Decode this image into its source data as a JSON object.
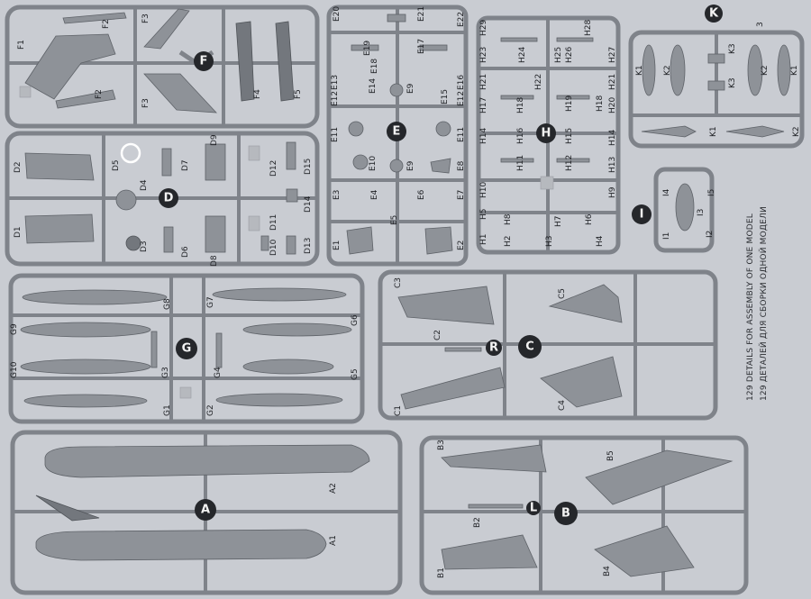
{
  "captions": {
    "details_en": "129 DETAILS FOR ASSEMBLY OF ONE MODEL",
    "details_ru": "129 ДЕТАЛЕЙ ДЛЯ СБОРКИ ОДНОЙ МОДЕЛИ"
  },
  "sprues": {
    "F": {
      "letter": "F",
      "parts": {
        "F1": "F1",
        "F2a": "F2",
        "F2b": "F2",
        "F3a": "F3",
        "F3b": "F3",
        "F4": "F4",
        "F5": "F5"
      }
    },
    "E": {
      "letter": "E",
      "parts": {
        "E1": "E1",
        "E2": "E2",
        "E3": "E3",
        "E4": "E4",
        "E5": "E5",
        "E6": "E6",
        "E7": "E7",
        "E8": "E8",
        "E9a": "E9",
        "E9b": "E9",
        "E10": "E10",
        "E11a": "E11",
        "E11b": "E11",
        "E12a": "E12",
        "E12b": "E12",
        "E13": "E13",
        "E14": "E14",
        "E15": "E15",
        "E16": "E16",
        "E17": "E17",
        "E18": "E18",
        "E19": "E19",
        "E20": "E20",
        "E21": "E21",
        "E22": "E22"
      }
    },
    "H": {
      "letter": "H",
      "parts": {
        "H1": "H1",
        "H2": "H2",
        "H3": "H3",
        "H4": "H4",
        "H5": "H5",
        "H6": "H6",
        "H7": "H7",
        "H8": "H8",
        "H9": "H9",
        "H10": "H10",
        "H11": "H11",
        "H12": "H12",
        "H13": "H13",
        "H14a": "H14",
        "H14b": "H14",
        "H15": "H15",
        "H16": "H16",
        "H17": "H17",
        "H18a": "H18",
        "H18b": "H18",
        "H19": "H19",
        "H20": "H20",
        "H21a": "H21",
        "H21b": "H21",
        "H22": "H22",
        "H23": "H23",
        "H24": "H24",
        "H25": "H25",
        "H26": "H26",
        "H27": "H27",
        "H28": "H28",
        "H29": "H29"
      }
    },
    "K": {
      "letter": "K",
      "parts": {
        "K1a": "K1",
        "K1b": "K1",
        "K1c": "K1",
        "K2a": "K2",
        "K2b": "K2",
        "K2c": "K2",
        "K3a": "K3",
        "K3b": "K3"
      },
      "corner_mark": "3"
    },
    "D": {
      "letter": "D",
      "parts": {
        "D1": "D1",
        "D2": "D2",
        "D3": "D3",
        "D4": "D4",
        "D5": "D5",
        "D6": "D6",
        "D7": "D7",
        "D8": "D8",
        "D9": "D9",
        "D10": "D10",
        "D11": "D11",
        "D12": "D12",
        "D13": "D13",
        "D14": "D14",
        "D15": "D15"
      }
    },
    "I": {
      "letter": "I",
      "parts": {
        "I1": "I1",
        "I2": "I2",
        "I3": "I3",
        "I4": "I4",
        "I5": "I5"
      }
    },
    "G": {
      "letter": "G",
      "parts": {
        "G1": "G1",
        "G2": "G2",
        "G3": "G3",
        "G4": "G4",
        "G5": "G5",
        "G6": "G6",
        "G7": "G7",
        "G8": "G8",
        "G9": "G9",
        "G10": "G10"
      }
    },
    "C": {
      "letter": "C",
      "parts": {
        "C1": "C1",
        "C2": "C2",
        "C3": "C3",
        "C4": "C4",
        "C5": "C5"
      },
      "sub_letter": "R"
    },
    "A": {
      "letter": "A",
      "parts": {
        "A1": "A1",
        "A2": "A2"
      }
    },
    "B": {
      "letter": "B",
      "parts": {
        "B1": "B1",
        "B2": "B2",
        "B3": "B3",
        "B4": "B4",
        "B5": "B5"
      },
      "sub_letter": "L"
    }
  },
  "colors": {
    "paper": "#c9ccd2",
    "plastic": "#8e9298",
    "plastic_dark": "#6d7177",
    "frame": "#7f838a",
    "text": "#1d1f23"
  }
}
